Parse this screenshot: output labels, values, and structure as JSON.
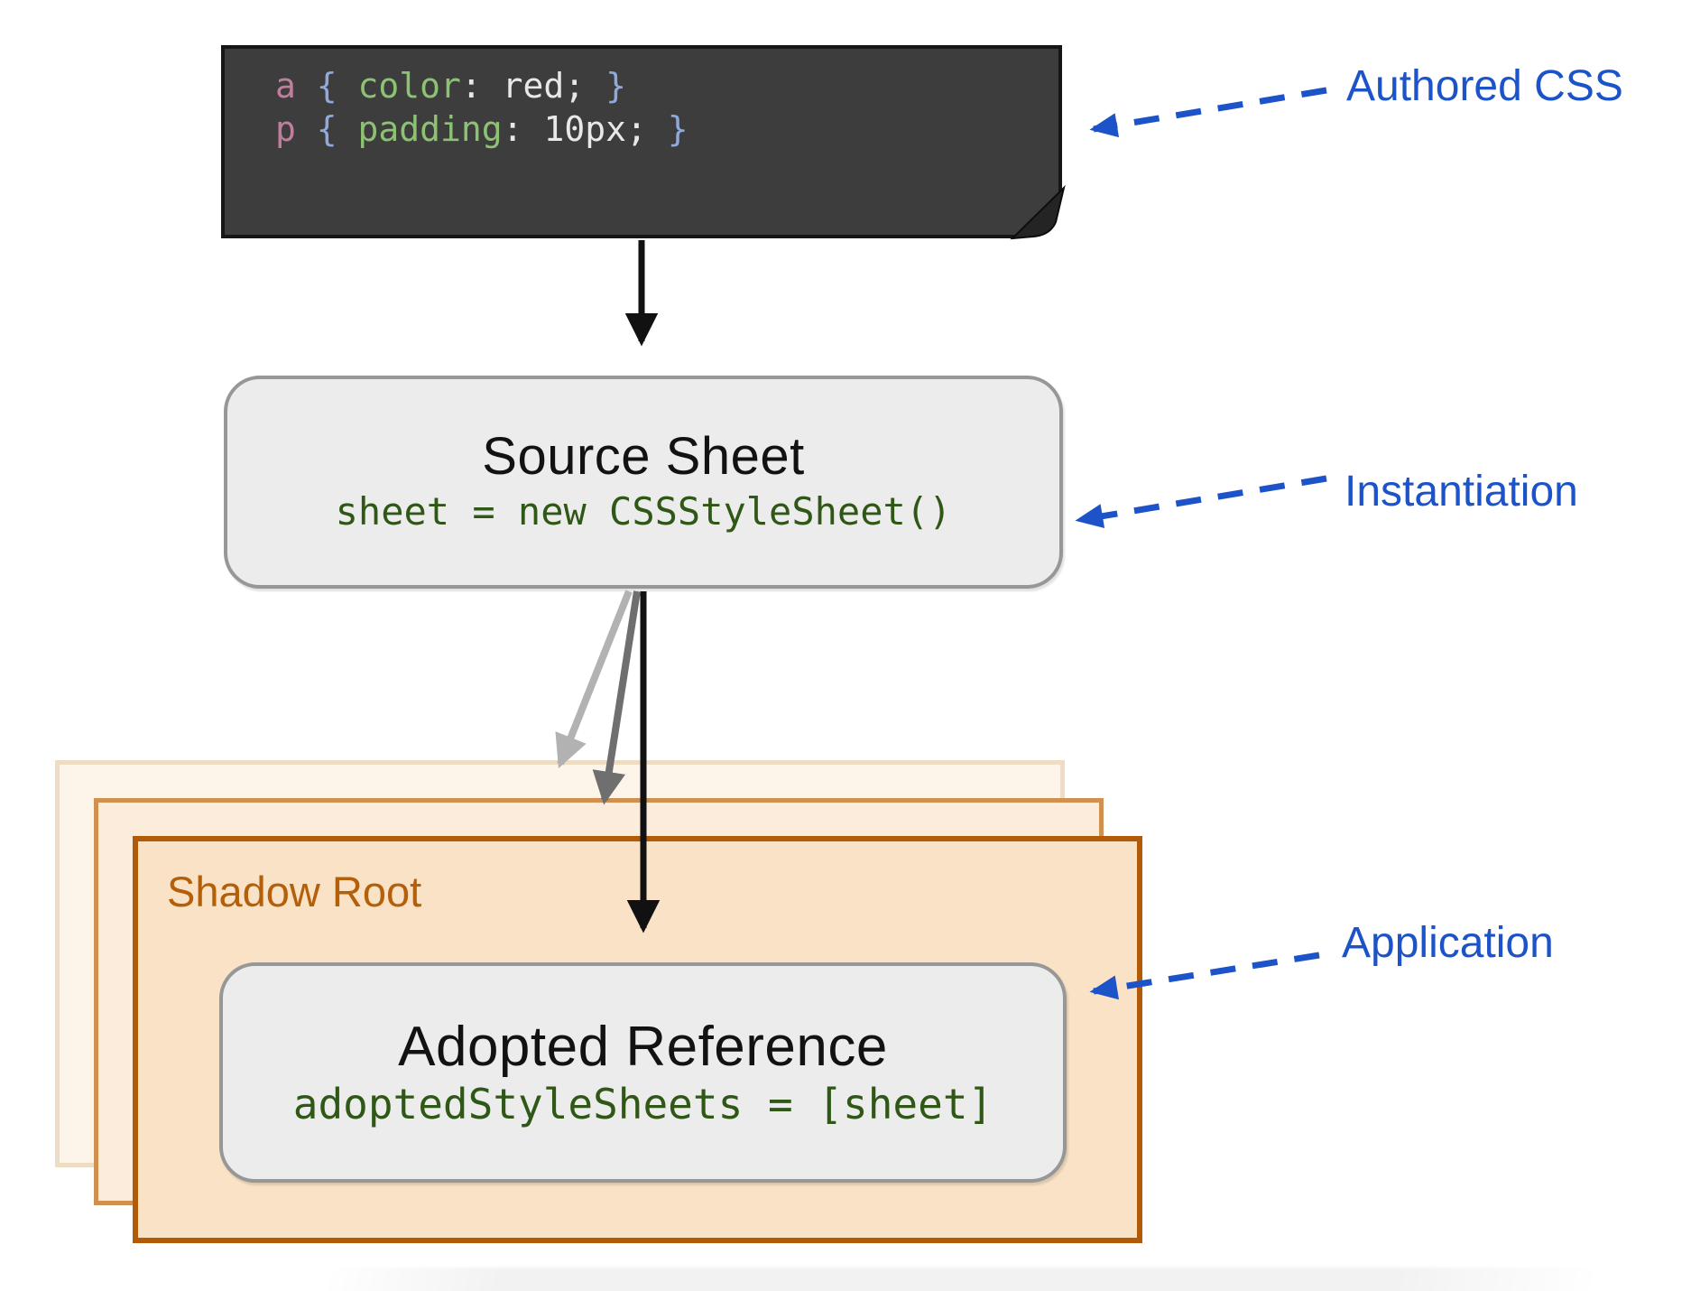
{
  "code_block": {
    "lines": [
      {
        "selector": "a ",
        "open_brace": "{ ",
        "property": "color",
        "value_part": ": red; ",
        "close_brace": "}"
      },
      {
        "selector": "p ",
        "open_brace": "{ ",
        "property": "padding",
        "value_part": ": 10px; ",
        "close_brace": "}"
      }
    ]
  },
  "source_sheet": {
    "title": "Source Sheet",
    "code": "sheet = new CSSStyleSheet()"
  },
  "shadow_root": {
    "label": "Shadow Root"
  },
  "adopted_reference": {
    "title": "Adopted Reference",
    "code": "adoptedStyleSheets = [sheet]"
  },
  "annotations": {
    "authored_css": "Authored CSS",
    "instantiation": "Instantiation",
    "application": "Application"
  },
  "colors": {
    "annotation_blue": "#1d53c8",
    "code_block_bg": "#3d3d3d",
    "selector_pink": "#c17d9e",
    "brace_blue": "#8fa9da",
    "property_green": "#8cc272",
    "value_white": "#e8e8e8",
    "box_code_green": "#2f5716",
    "shadow_root_orange": "#b4600b",
    "shadow_front_fill": "#f9e2c6",
    "shadow_front_border": "#b15b08",
    "gray_box_fill": "#ececec",
    "gray_box_border": "#979797",
    "arrow_black": "#111111",
    "arrow_light_gray": "#b2b2b2",
    "arrow_dark_gray": "#6f6f6f"
  }
}
